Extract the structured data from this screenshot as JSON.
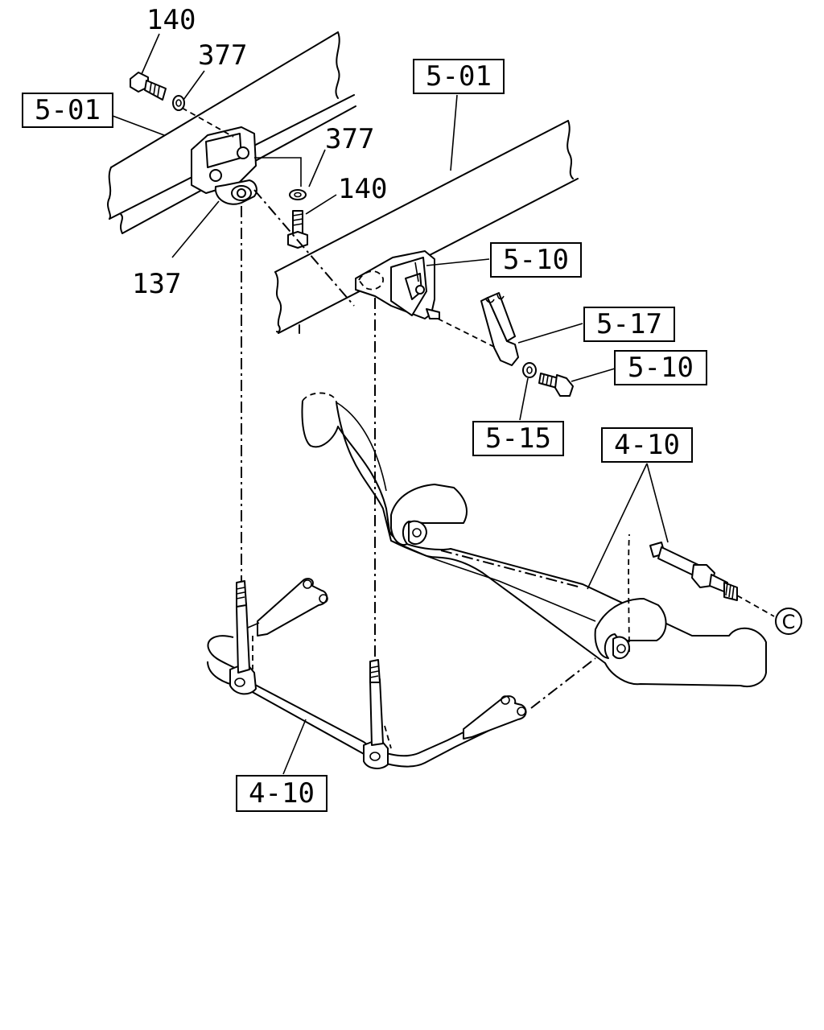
{
  "boxed_refs": {
    "frame_left": "5-01",
    "frame_right": "5-01",
    "bracket_top": "5-10",
    "clamp": "5-17",
    "bolt": "5-10",
    "washer": "5-15",
    "axle": "4-10",
    "stabilizer": "4-10"
  },
  "part_numbers": {
    "bolt_top": "140",
    "washer_top": "377",
    "washer_mid": "377",
    "bolt_mid": "140",
    "bracket": "137"
  },
  "circle_ref": "C"
}
